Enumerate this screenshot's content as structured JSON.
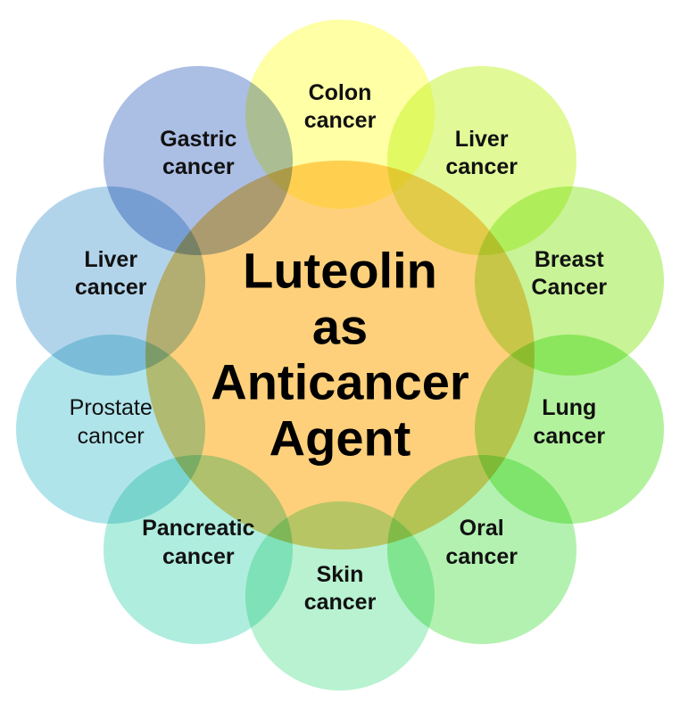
{
  "center": {
    "lines": [
      "Luteolin",
      "as",
      "Anticancer",
      "Agent"
    ],
    "color": "#ffc864"
  },
  "petals": [
    {
      "id": "colon",
      "lines": [
        "Colon",
        "cancer"
      ],
      "color": "#ffff8c",
      "bold": true
    },
    {
      "id": "liver-right",
      "lines": [
        "Liver",
        "cancer"
      ],
      "color": "#d9f77a",
      "bold": true
    },
    {
      "id": "breast",
      "lines": [
        "Breast",
        "Cancer"
      ],
      "color": "#b8f07a",
      "bold": true
    },
    {
      "id": "lung",
      "lines": [
        "Lung",
        "cancer"
      ],
      "color": "#9eee82",
      "bold": true
    },
    {
      "id": "oral",
      "lines": [
        "Oral",
        "cancer"
      ],
      "color": "#9eed9a",
      "bold": true
    },
    {
      "id": "skin",
      "lines": [
        "Skin",
        "cancer"
      ],
      "color": "#a4eec4",
      "bold": true
    },
    {
      "id": "pancreatic",
      "lines": [
        "Pancreatic",
        "cancer"
      ],
      "color": "#98e8d6",
      "bold": true
    },
    {
      "id": "prostate",
      "lines": [
        "Prostate",
        "cancer"
      ],
      "color": "#9adce6",
      "bold": false
    },
    {
      "id": "liver-left",
      "lines": [
        "Liver",
        "cancer"
      ],
      "color": "#9cc8e6",
      "bold": true
    },
    {
      "id": "gastric",
      "lines": [
        "Gastric",
        "cancer"
      ],
      "color": "#94acdc",
      "bold": true
    }
  ]
}
